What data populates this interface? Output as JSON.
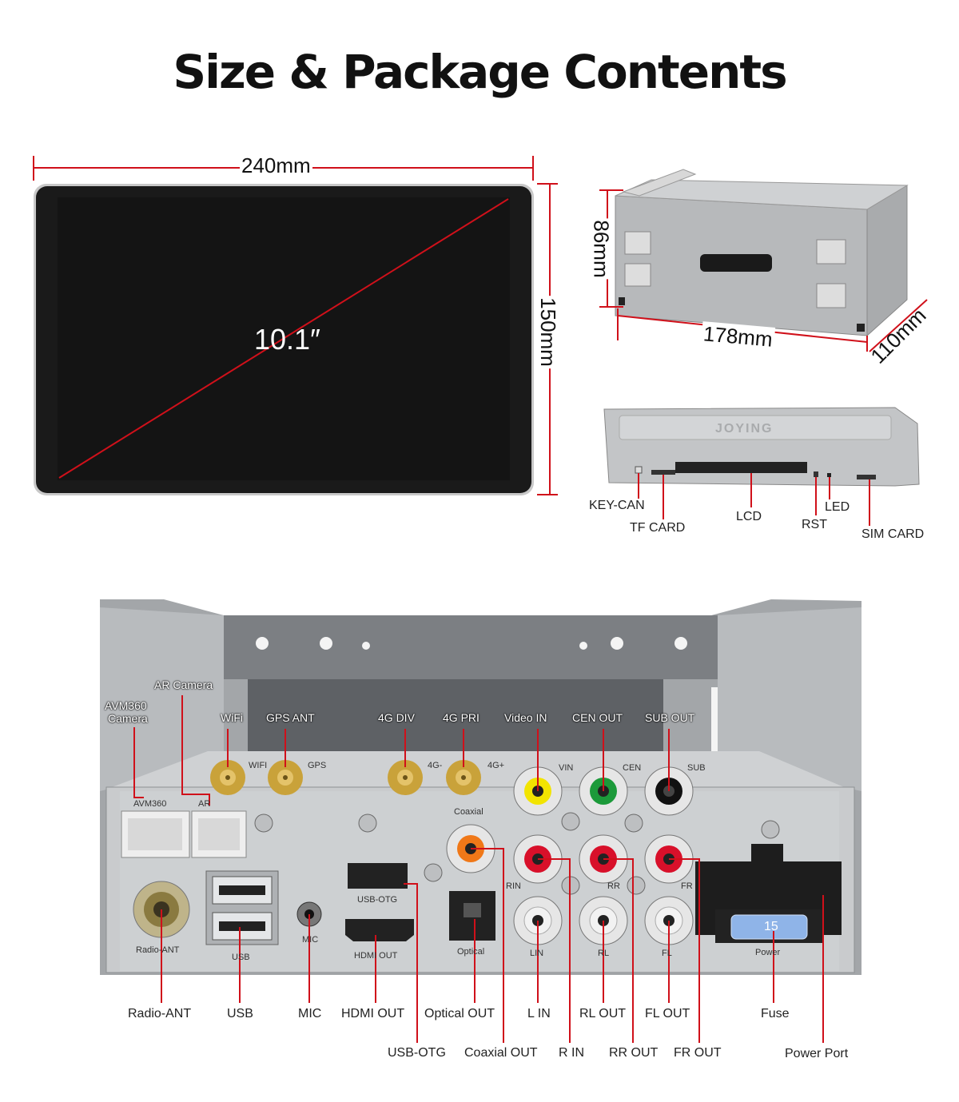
{
  "title": "Size & Package Contents",
  "screen": {
    "width_label": "240mm",
    "height_label": "150mm",
    "diagonal_label": "10.1″"
  },
  "chassis": {
    "height_label": "86mm",
    "width_label": "178mm",
    "depth_label": "110mm"
  },
  "side_panel": {
    "brand": "JOYING",
    "labels": {
      "key_can": "KEY-CAN",
      "tf_card": "TF CARD",
      "lcd": "LCD",
      "rst": "RST",
      "led": "LED",
      "sim_card": "SIM CARD"
    }
  },
  "rear_panel": {
    "top_labels": {
      "ar_camera": "AR Camera",
      "avm360_camera_line1": "AVM360",
      "avm360_camera_line2": "Camera",
      "wifi": "WiFi",
      "gps_ant": "GPS ANT",
      "g4_div": "4G DIV",
      "g4_pri": "4G PRI",
      "video_in": "Video IN",
      "cen_out": "CEN OUT",
      "sub_out": "SUB OUT"
    },
    "silk": {
      "wifi": "WIFI",
      "gps": "GPS",
      "g4_minus": "4G-",
      "g4_plus": "4G+",
      "vin": "VIN",
      "cen": "CEN",
      "sub": "SUB",
      "avm360": "AVM360",
      "ar": "AR",
      "coaxial": "Coaxial",
      "usb_otg": "USB-OTG",
      "rin": "RIN",
      "rr": "RR",
      "fr": "FR",
      "radio_ant": "Radio-ANT",
      "usb": "USB",
      "mic": "MIC",
      "hdmi_out": "HDMI  OUT",
      "optical": "Optical",
      "lin": "LIN",
      "rl": "RL",
      "fl": "FL",
      "power": "Power",
      "fuse_value": "15"
    },
    "bottom_labels": {
      "radio_ant": "Radio-ANT",
      "usb": "USB",
      "mic": "MIC",
      "hdmi_out": "HDMI OUT",
      "optical_out": "Optical OUT",
      "l_in": "L IN",
      "rl_out": "RL OUT",
      "fl_out": "FL OUT",
      "fuse": "Fuse",
      "usb_otg": "USB-OTG",
      "coaxial_out": "Coaxial OUT",
      "r_in": "R IN",
      "rr_out": "RR OUT",
      "fr_out": "FR OUT",
      "power_port": "Power Port"
    }
  },
  "colors": {
    "dimension_line": "#d0101a",
    "screen": "#141414",
    "rca_yellow": "#f2e400",
    "rca_green": "#1c9a3a",
    "rca_black": "#111111",
    "rca_red": "#d8102a",
    "rca_white": "#f2f2f2",
    "rca_orange": "#f07818",
    "fuse_blue": "#8fb4e8"
  }
}
